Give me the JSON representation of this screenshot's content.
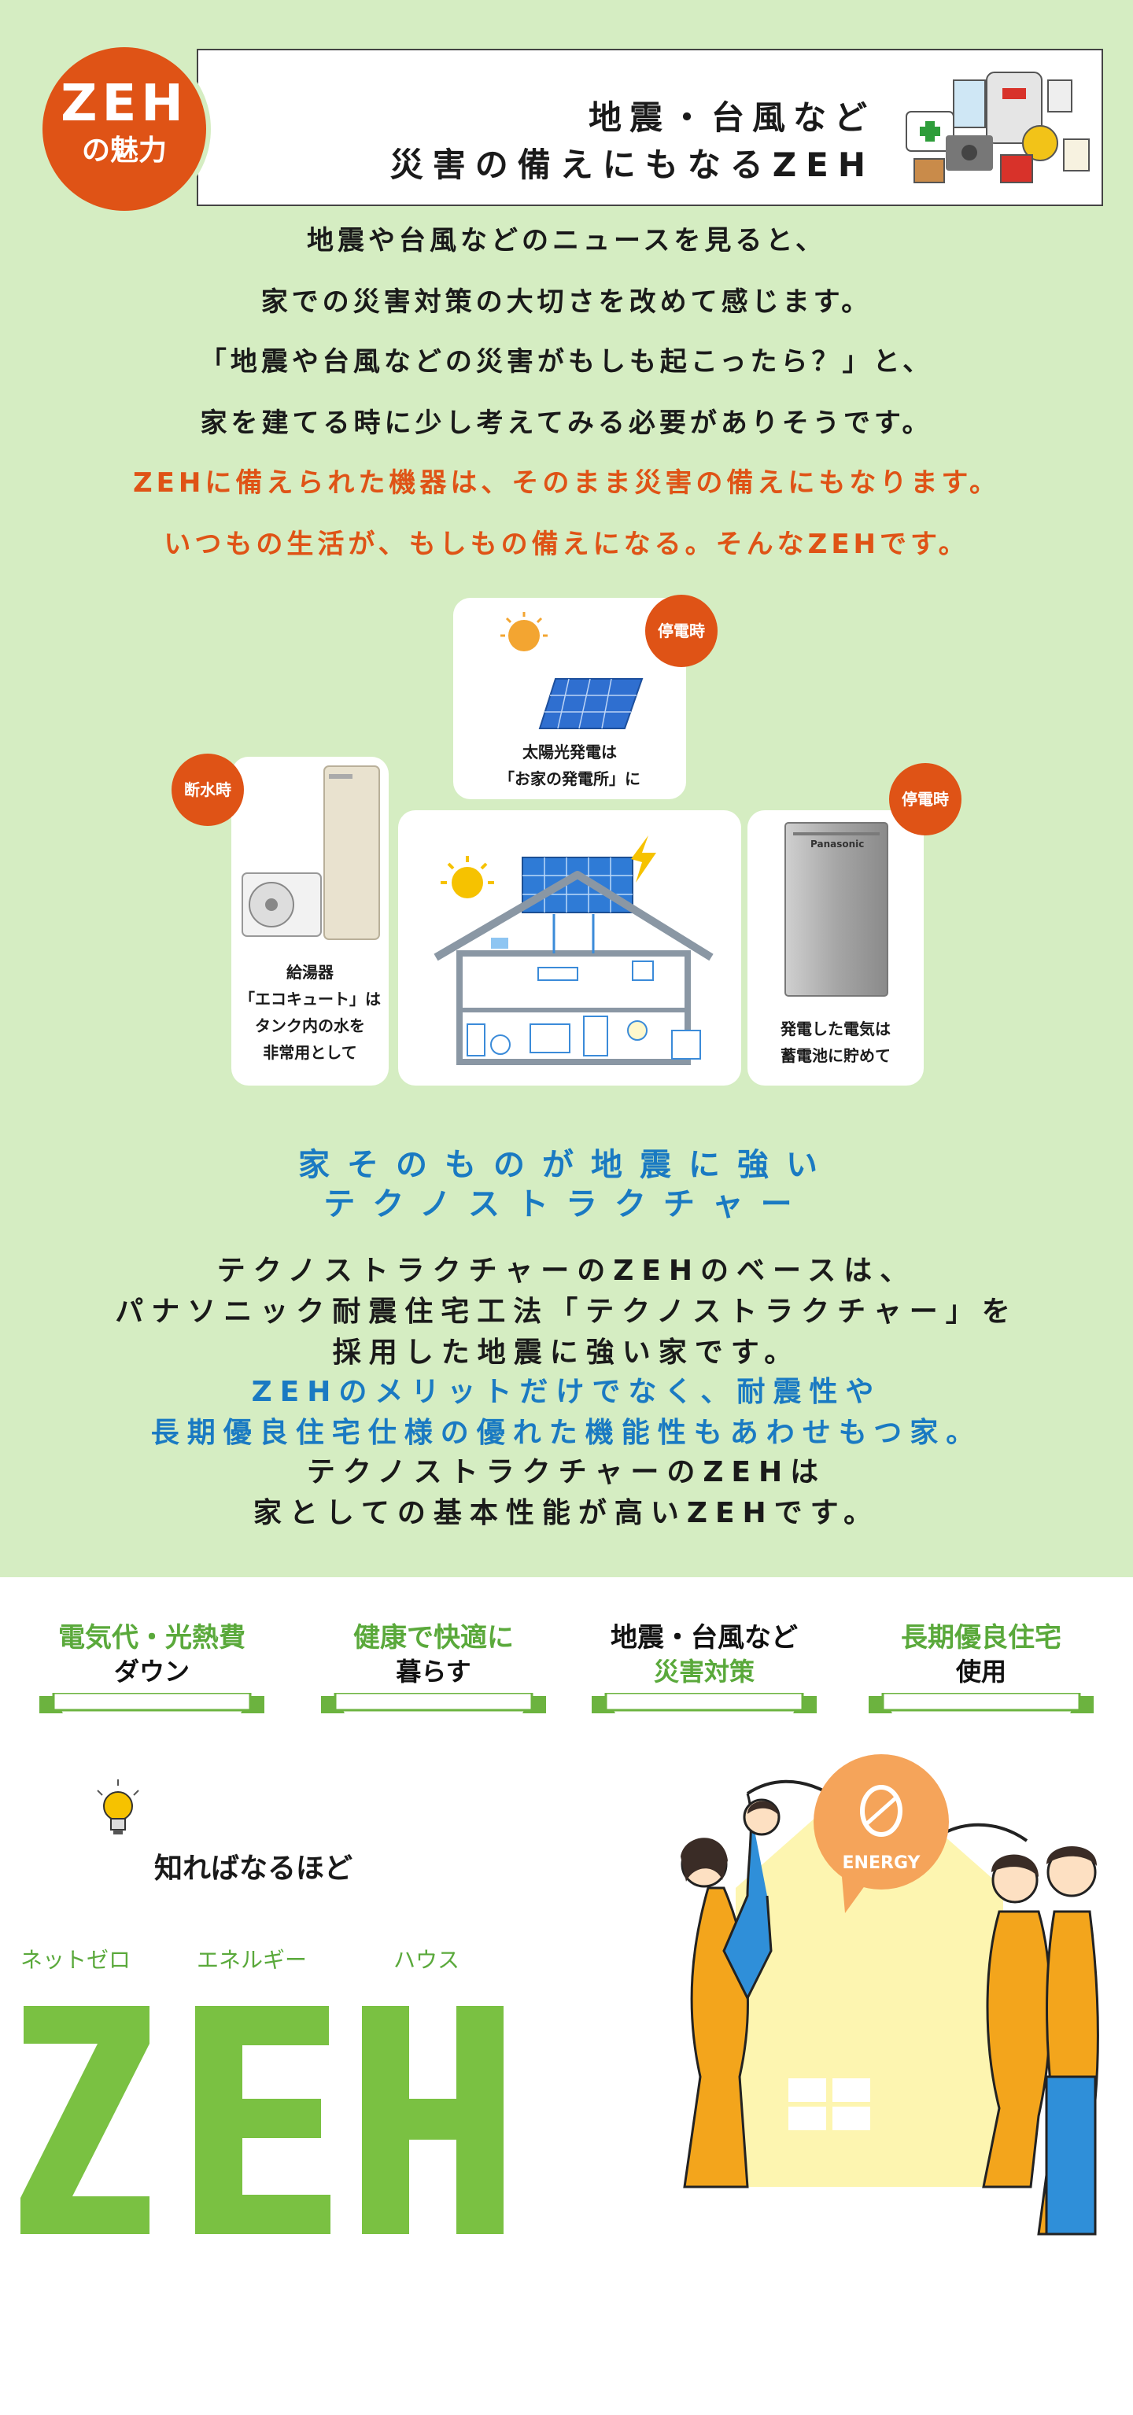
{
  "badge": {
    "line1": "ZEH",
    "line2": "の魅力"
  },
  "banner": {
    "line1": "地震・台風など",
    "line2": "災害の備えにもなるZEH"
  },
  "intro": [
    "地震や台風などのニュースを見ると、",
    "家での災害対策の大切さを改めて感じます。",
    "「地震や台風などの災害がもしも起こったら？」と、",
    "家を建てる時に少し考えてみる必要がありそうです。"
  ],
  "intro_orange": [
    "ZEHに備えられた機器は、そのまま災害の備えにもなります。",
    "いつもの生活が、もしもの備えになる。そんなZEHです。"
  ],
  "cards": {
    "solar": {
      "tag": "停電時",
      "line1": "太陽光発電は",
      "line2": "「お家の発電所」に"
    },
    "water": {
      "tag": "断水時",
      "line1": "給湯器",
      "line2": "「エコキュート」は",
      "line3": "タンク内の水を",
      "line4": "非常用として"
    },
    "battery": {
      "tag": "停電時",
      "brand": "Panasonic",
      "line1": "発電した電気は",
      "line2": "蓄電池に貯めて"
    }
  },
  "tech": {
    "heading1": "家そのものが地震に強い",
    "heading2": "テクノストラクチャー",
    "p1": "テクノストラクチャーのZEHのベースは、",
    "p2": "パナソニック耐震住宅工法「テクノストラクチャー」を",
    "p3": "採用した地震に強い家です。",
    "p4": "ZEHのメリットだけでなく、耐震性や",
    "p5": "長期優良住宅仕様の優れた機能性もあわせもつ家。",
    "p6": "テクノストラクチャーのZEHは",
    "p7": "家としての基本性能が高いZEHです。"
  },
  "ribbons": [
    {
      "top": "電気代・光熱費",
      "bottom": "ダウン"
    },
    {
      "top": "健康で快適に",
      "bottom": "暮らす"
    },
    {
      "top": "地震・台風など",
      "bottom": "災害対策"
    },
    {
      "top": "長期優良住宅",
      "bottom": "使用"
    }
  ],
  "zeh": {
    "subtitle": "知ればなるほど",
    "kana": [
      "ネットゼロ",
      "エネルギー",
      "ハウス"
    ],
    "energy": "ENERGY"
  },
  "colors": {
    "orange": "#df5316",
    "green": "#7ac142",
    "blue": "#1a7ac2",
    "panel": "#d5edc2"
  }
}
